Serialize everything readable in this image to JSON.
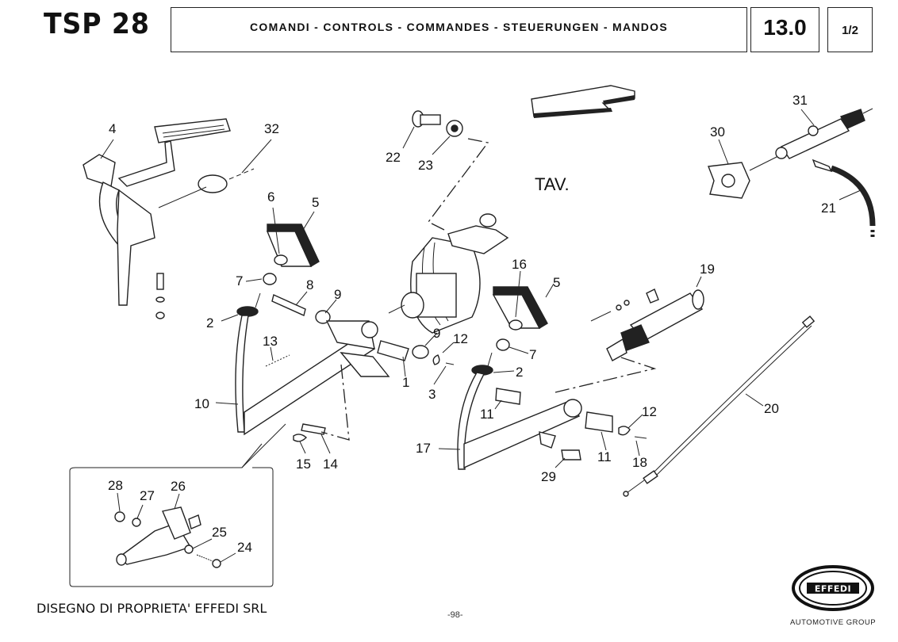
{
  "header": {
    "model": "TSP 28",
    "title": "COMANDI - CONTROLS - COMMANDES - STEUERUNGEN - MANDOS",
    "section": "13.0",
    "page": "1/2"
  },
  "footer": {
    "ownership": "DISEGNO DI PROPRIETA' EFFEDI SRL",
    "page_number": "-98-",
    "logo_text": "EFFEDI",
    "logo_subtitle": "AUTOMOTIVE GROUP"
  },
  "diagram": {
    "reference_label": "TAV.",
    "callouts": [
      {
        "id": "c4",
        "text": "4"
      },
      {
        "id": "c32",
        "text": "32"
      },
      {
        "id": "c22",
        "text": "22"
      },
      {
        "id": "c23",
        "text": "23"
      },
      {
        "id": "c30",
        "text": "30"
      },
      {
        "id": "c31",
        "text": "31"
      },
      {
        "id": "c21",
        "text": "21"
      },
      {
        "id": "c6",
        "text": "6"
      },
      {
        "id": "c5a",
        "text": "5"
      },
      {
        "id": "c7a",
        "text": "7"
      },
      {
        "id": "c8",
        "text": "8"
      },
      {
        "id": "c9a",
        "text": "9"
      },
      {
        "id": "c2a",
        "text": "2"
      },
      {
        "id": "c13",
        "text": "13"
      },
      {
        "id": "c10",
        "text": "10"
      },
      {
        "id": "c1",
        "text": "1"
      },
      {
        "id": "c9b",
        "text": "9"
      },
      {
        "id": "c12a",
        "text": "12"
      },
      {
        "id": "c3",
        "text": "3"
      },
      {
        "id": "c15",
        "text": "15"
      },
      {
        "id": "c14",
        "text": "14"
      },
      {
        "id": "c16",
        "text": "16"
      },
      {
        "id": "c5b",
        "text": "5"
      },
      {
        "id": "c7b",
        "text": "7"
      },
      {
        "id": "c2b",
        "text": "2"
      },
      {
        "id": "c19",
        "text": "19"
      },
      {
        "id": "c11a",
        "text": "11"
      },
      {
        "id": "c17",
        "text": "17"
      },
      {
        "id": "c11b",
        "text": "11"
      },
      {
        "id": "c12b",
        "text": "12"
      },
      {
        "id": "c18",
        "text": "18"
      },
      {
        "id": "c29",
        "text": "29"
      },
      {
        "id": "c20",
        "text": "20"
      },
      {
        "id": "c28",
        "text": "28"
      },
      {
        "id": "c27",
        "text": "27"
      },
      {
        "id": "c26",
        "text": "26"
      },
      {
        "id": "c25",
        "text": "25"
      },
      {
        "id": "c24",
        "text": "24"
      }
    ]
  }
}
